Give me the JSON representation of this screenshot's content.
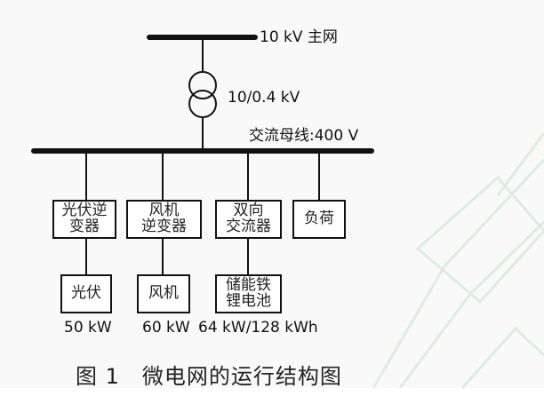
{
  "main_grid": {
    "label": "10 kV 主网"
  },
  "transformer": {
    "label": "10/0.4 kV"
  },
  "ac_bus": {
    "label": "交流母线:400 V"
  },
  "converters": [
    {
      "line1": "光伏逆",
      "line2": "变器"
    },
    {
      "line1": "风机",
      "line2": "逆变器"
    },
    {
      "line1": "双向",
      "line2": "交流器"
    },
    {
      "line1": "负荷"
    }
  ],
  "sources": [
    {
      "line1": "光伏",
      "rating": "50 kW"
    },
    {
      "line1": "风机",
      "rating": "60 kW"
    },
    {
      "line1": "储能铁",
      "line2": "锂电池",
      "rating": "64 kW/128 kWh"
    }
  ],
  "caption": "图 1　微电网的运行结构图",
  "colors": {
    "line": "#111111",
    "pattern": "#cfe9d4"
  }
}
